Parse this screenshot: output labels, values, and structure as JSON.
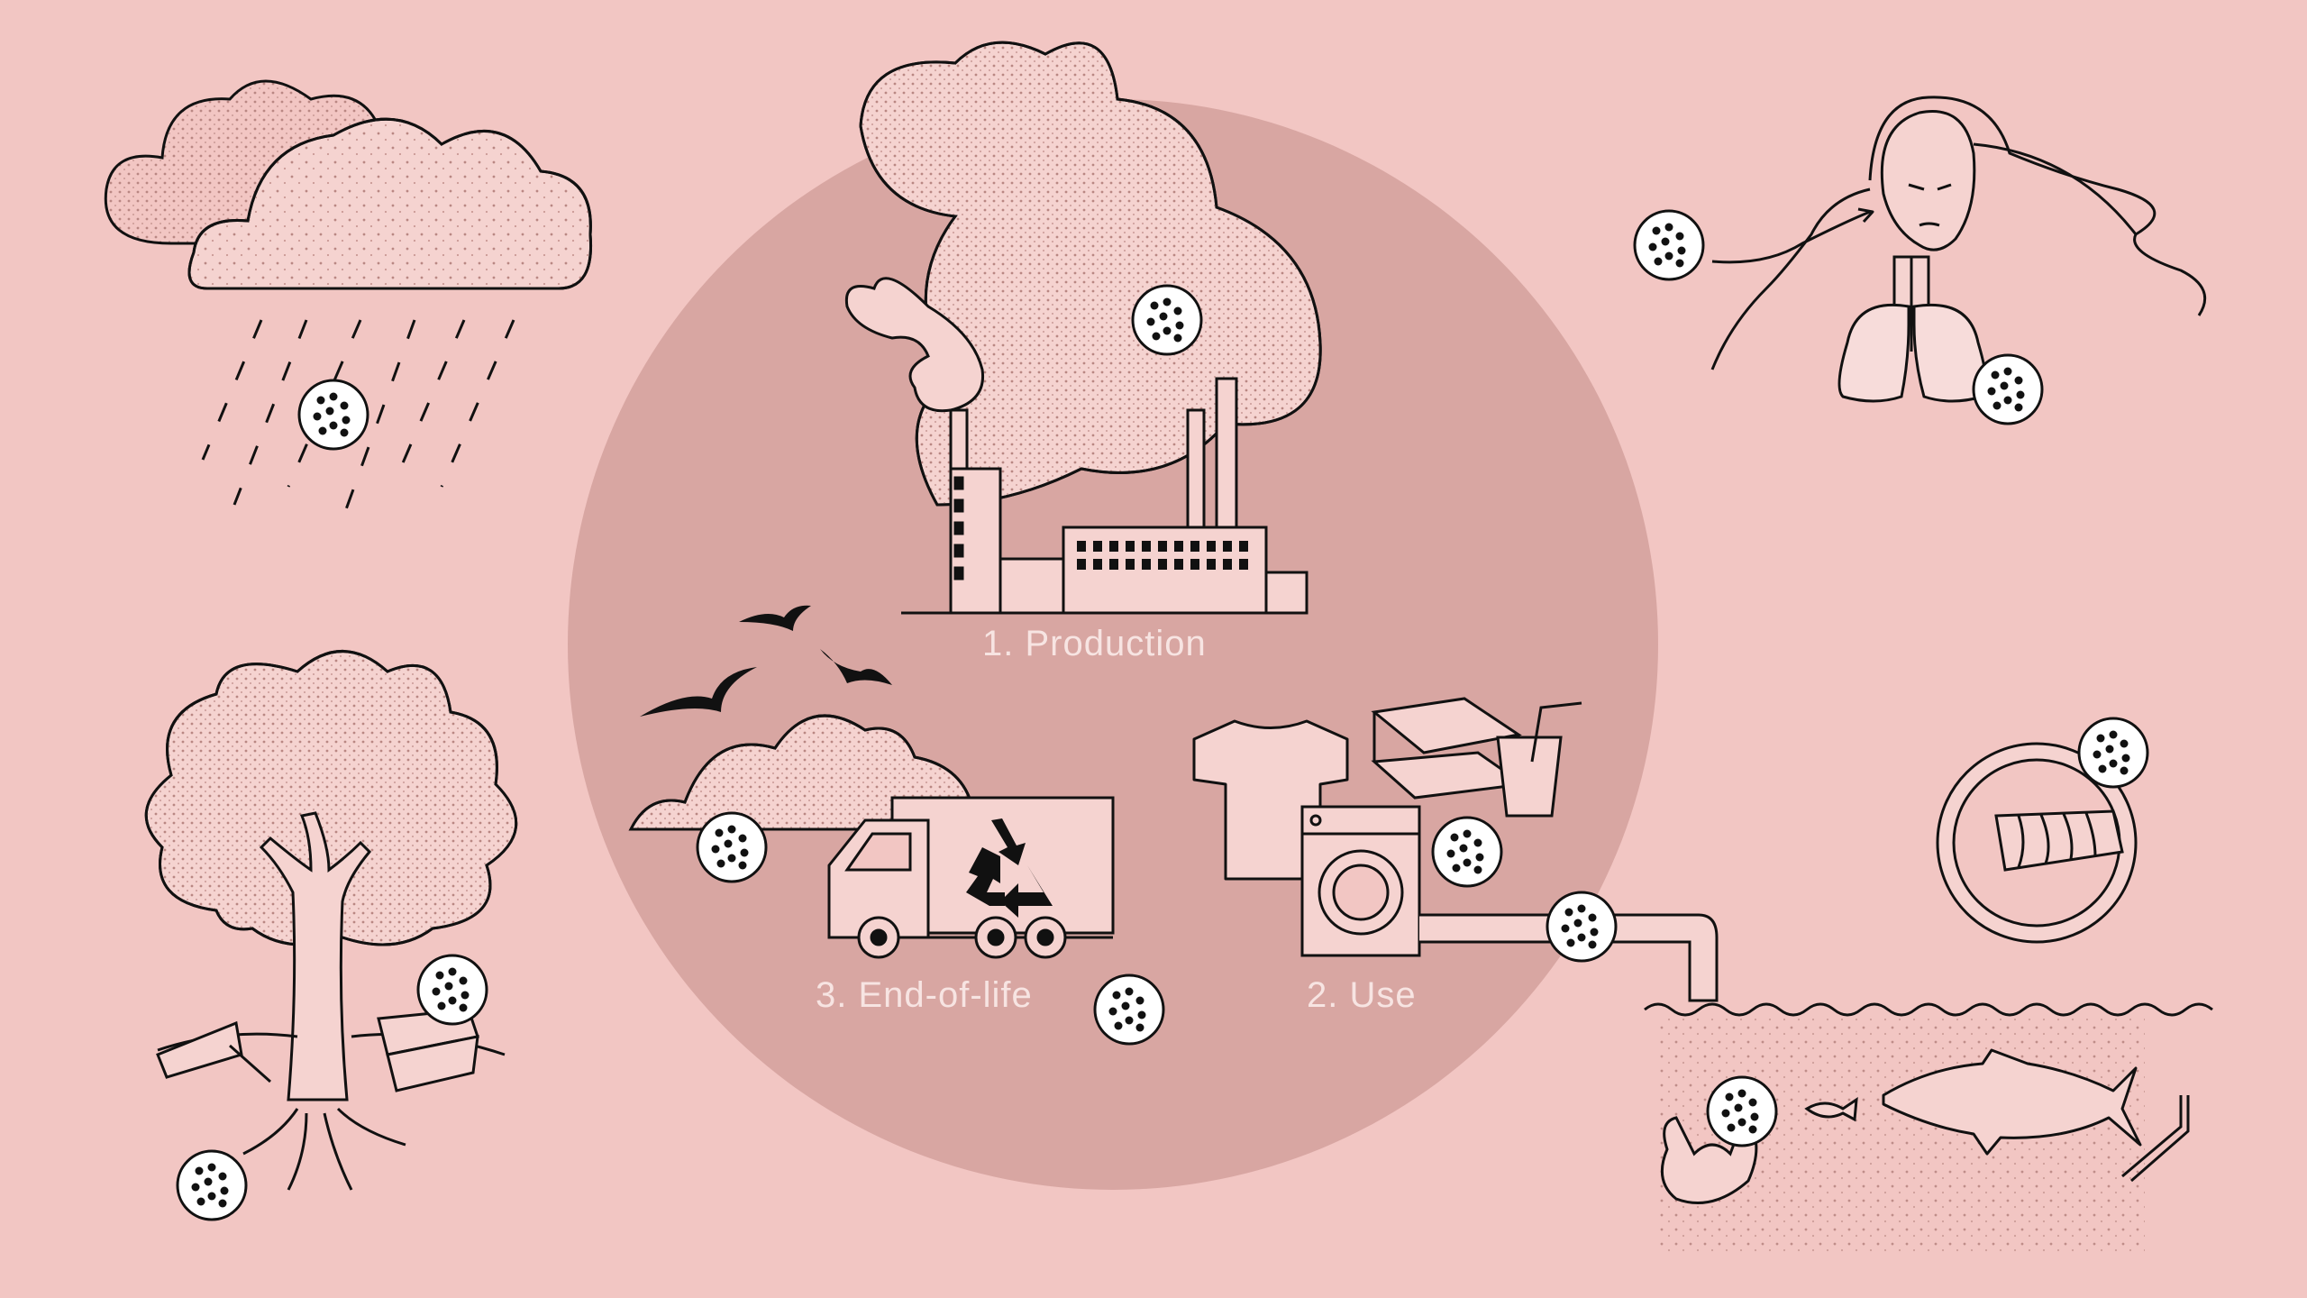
{
  "stages": {
    "production": "1. Production",
    "use": "2. Use",
    "end_of_life": "3. End-of-life"
  },
  "colors": {
    "background": "#f2c6c3",
    "cycle_circle": "#d8a6a2",
    "fill_light": "#f5d3d0",
    "ink": "#111111",
    "label_text": "#f7e4e2"
  },
  "icons": [
    "rain-cloud-icon",
    "factory-icon",
    "human-lungs-icon",
    "tree-icon",
    "garbage-truck-icon",
    "recycle-icon",
    "t-shirt-icon",
    "washing-machine-icon",
    "food-container-icon",
    "cup-straw-icon",
    "fish-plate-icon",
    "ocean-icon",
    "shark-icon",
    "bird-icon",
    "microplastic-particle-icon"
  ]
}
